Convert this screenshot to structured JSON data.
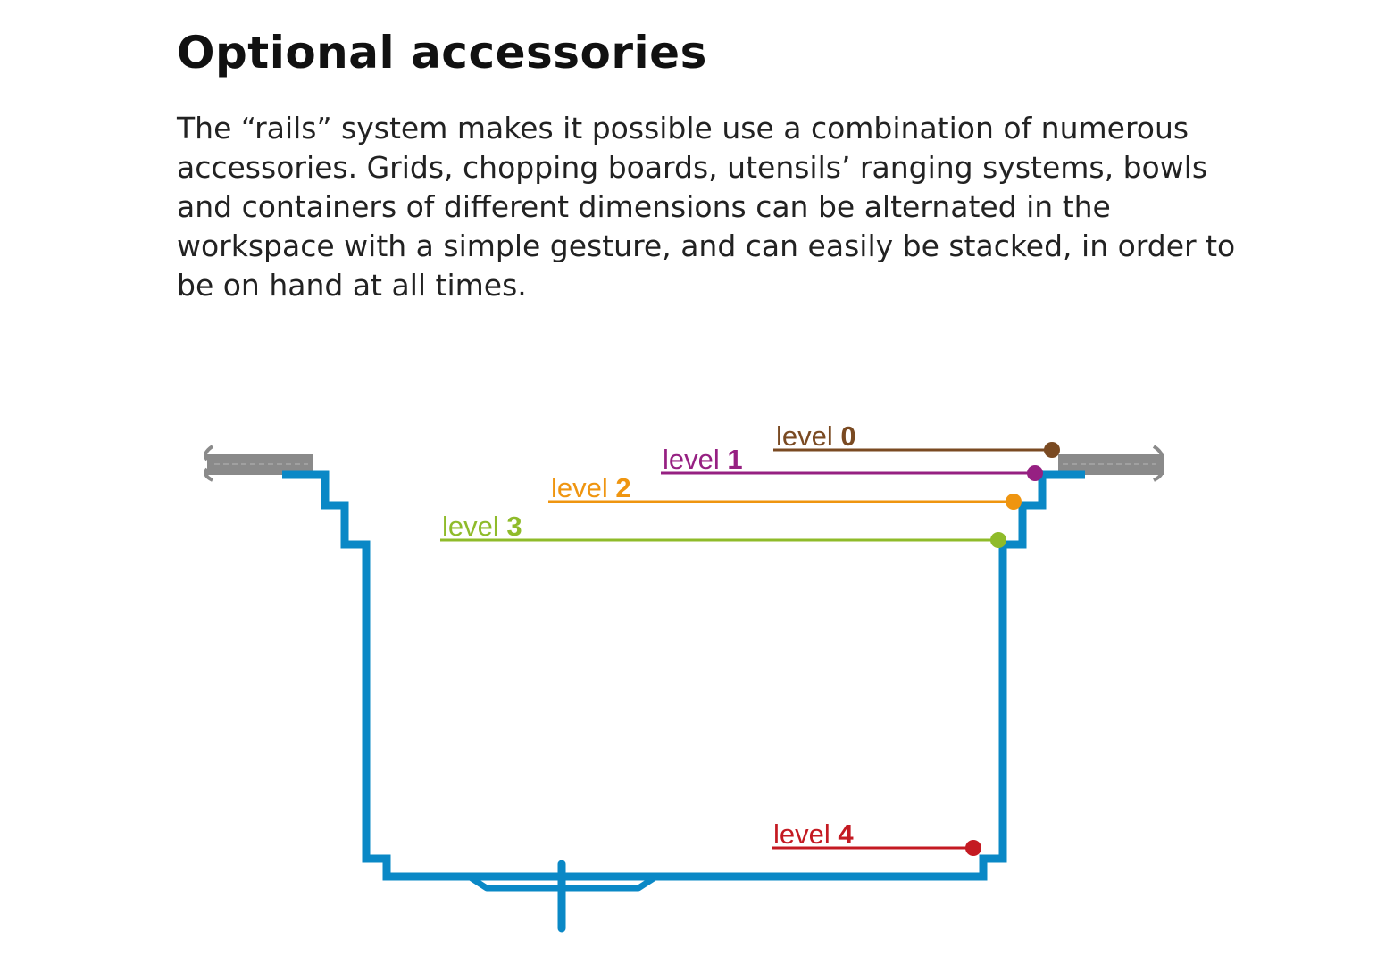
{
  "title": "Optional accessories",
  "intro": "The “rails” system makes it possible use a combination of numerous accessories. Grids, chopping boards, utensils’ ranging systems, bowls and containers of different dimensions can be alternated in the workspace with a simple gesture, and can easily be stacked, in order to be on hand at all times.",
  "colors": {
    "basin": "#0a88c6",
    "countertop": "#8a8a8a",
    "level_0": "#7a4a22",
    "level_1": "#962082",
    "level_2": "#ef9510",
    "level_3": "#8fbb2a",
    "level_4": "#c41a22"
  },
  "levels": [
    {
      "word": "level",
      "number": "0"
    },
    {
      "word": "level",
      "number": "1"
    },
    {
      "word": "level",
      "number": "2"
    },
    {
      "word": "level",
      "number": "3"
    },
    {
      "word": "level",
      "number": "4"
    }
  ]
}
